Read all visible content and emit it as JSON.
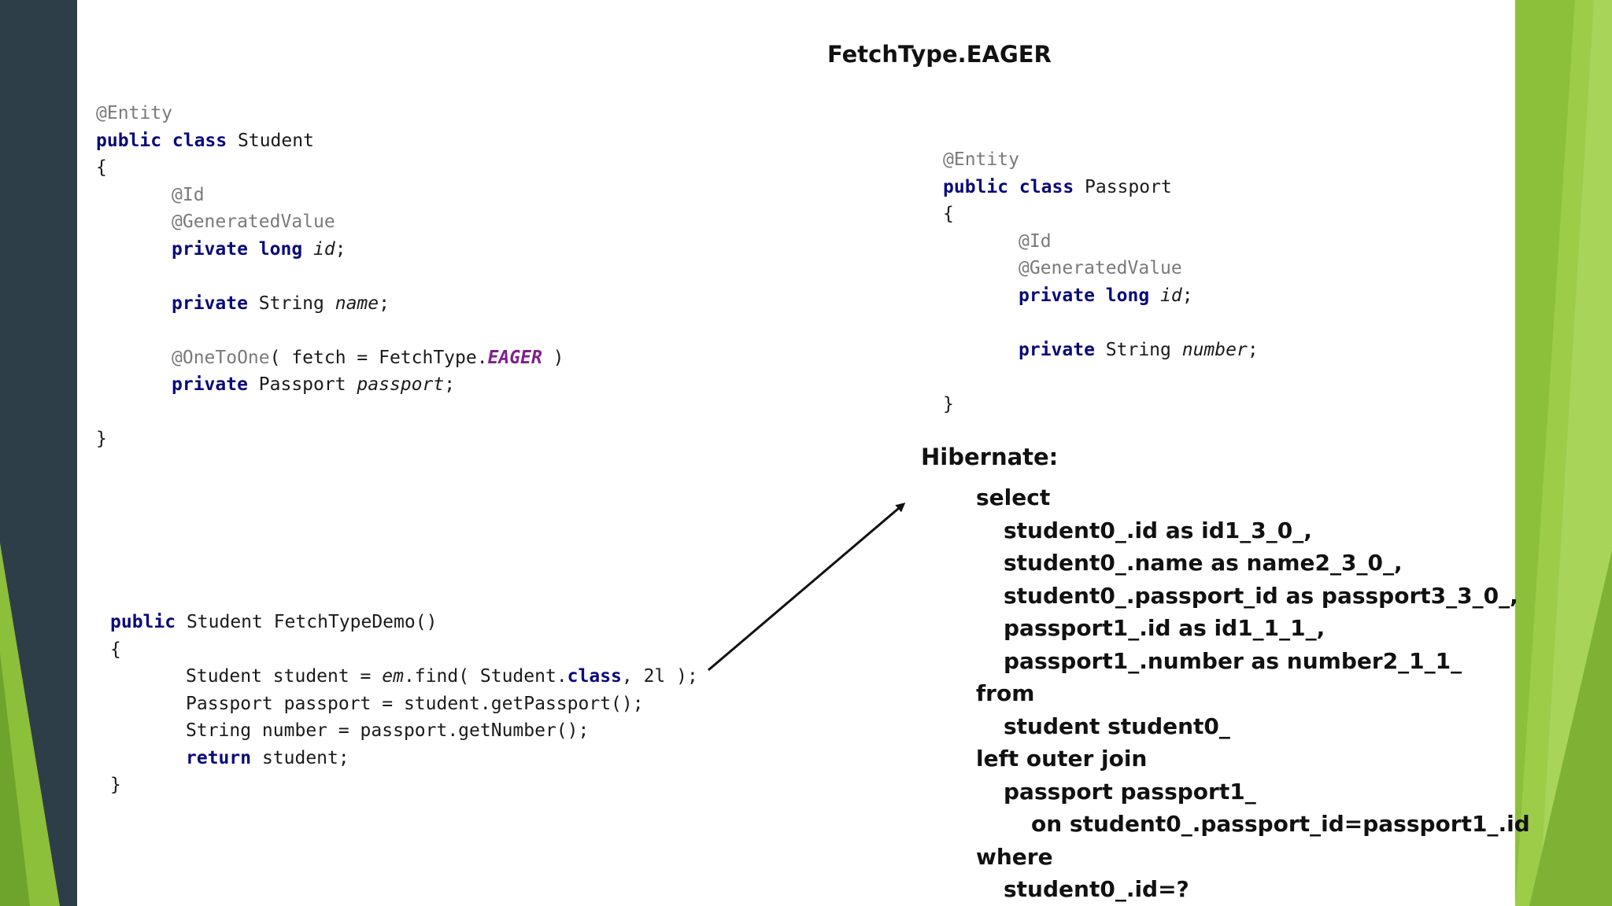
{
  "slide": {
    "title": "FetchType.EAGER",
    "colors": {
      "left_frame": "#2d3e48",
      "right_frame": "#8cbf3a",
      "keyword": "#0a0a7a",
      "annotation": "#7a7a7a",
      "constant": "#7f1f8c"
    }
  },
  "student_class": {
    "lines": [
      {
        "indent": 0,
        "tokens": [
          {
            "t": "ann",
            "text": "@Entity"
          }
        ]
      },
      {
        "indent": 0,
        "tokens": [
          {
            "t": "kw",
            "text": "public class "
          },
          {
            "t": "plain",
            "text": "Student"
          }
        ]
      },
      {
        "indent": 0,
        "tokens": [
          {
            "t": "plain",
            "text": "{"
          }
        ]
      },
      {
        "indent": 1,
        "tokens": [
          {
            "t": "ann",
            "text": "@Id"
          }
        ]
      },
      {
        "indent": 1,
        "tokens": [
          {
            "t": "ann",
            "text": "@GeneratedValue"
          }
        ]
      },
      {
        "indent": 1,
        "tokens": [
          {
            "t": "kw",
            "text": "private long "
          },
          {
            "t": "var",
            "text": "id"
          },
          {
            "t": "plain",
            "text": ";"
          }
        ]
      },
      {
        "indent": 0,
        "tokens": []
      },
      {
        "indent": 1,
        "tokens": [
          {
            "t": "kw",
            "text": "private "
          },
          {
            "t": "plain",
            "text": "String "
          },
          {
            "t": "var",
            "text": "name"
          },
          {
            "t": "plain",
            "text": ";"
          }
        ]
      },
      {
        "indent": 0,
        "tokens": []
      },
      {
        "indent": 1,
        "tokens": [
          {
            "t": "ann",
            "text": "@OneToOne"
          },
          {
            "t": "plain",
            "text": "( fetch = FetchType."
          },
          {
            "t": "const",
            "text": "EAGER"
          },
          {
            "t": "plain",
            "text": " )"
          }
        ]
      },
      {
        "indent": 1,
        "tokens": [
          {
            "t": "kw",
            "text": "private "
          },
          {
            "t": "plain",
            "text": "Passport "
          },
          {
            "t": "var",
            "text": "passport"
          },
          {
            "t": "plain",
            "text": ";"
          }
        ]
      },
      {
        "indent": 0,
        "tokens": []
      },
      {
        "indent": 0,
        "tokens": [
          {
            "t": "plain",
            "text": "}"
          }
        ]
      }
    ]
  },
  "passport_class": {
    "lines": [
      {
        "indent": 0,
        "tokens": [
          {
            "t": "ann",
            "text": "@Entity"
          }
        ]
      },
      {
        "indent": 0,
        "tokens": [
          {
            "t": "kw",
            "text": "public class "
          },
          {
            "t": "plain",
            "text": "Passport"
          }
        ]
      },
      {
        "indent": 0,
        "tokens": [
          {
            "t": "plain",
            "text": "{"
          }
        ]
      },
      {
        "indent": 1,
        "tokens": [
          {
            "t": "ann",
            "text": "@Id"
          }
        ]
      },
      {
        "indent": 1,
        "tokens": [
          {
            "t": "ann",
            "text": "@GeneratedValue"
          }
        ]
      },
      {
        "indent": 1,
        "tokens": [
          {
            "t": "kw",
            "text": "private long "
          },
          {
            "t": "var",
            "text": "id"
          },
          {
            "t": "plain",
            "text": ";"
          }
        ]
      },
      {
        "indent": 0,
        "tokens": []
      },
      {
        "indent": 1,
        "tokens": [
          {
            "t": "kw",
            "text": "private "
          },
          {
            "t": "plain",
            "text": "String "
          },
          {
            "t": "var",
            "text": "number"
          },
          {
            "t": "plain",
            "text": ";"
          }
        ]
      },
      {
        "indent": 0,
        "tokens": []
      },
      {
        "indent": 0,
        "tokens": [
          {
            "t": "plain",
            "text": "}"
          }
        ]
      }
    ]
  },
  "fetch_demo": {
    "lines": [
      {
        "indent": 0,
        "tokens": [
          {
            "t": "kw",
            "text": "public "
          },
          {
            "t": "plain",
            "text": "Student FetchTypeDemo()"
          }
        ]
      },
      {
        "indent": 0,
        "tokens": [
          {
            "t": "plain",
            "text": "{"
          }
        ]
      },
      {
        "indent": 1,
        "tokens": [
          {
            "t": "plain",
            "text": "Student student = "
          },
          {
            "t": "var",
            "text": "em"
          },
          {
            "t": "plain",
            "text": ".find( Student."
          },
          {
            "t": "kw",
            "text": "class"
          },
          {
            "t": "plain",
            "text": ", 2l );"
          }
        ]
      },
      {
        "indent": 1,
        "tokens": [
          {
            "t": "plain",
            "text": "Passport passport = student.getPassport();"
          }
        ]
      },
      {
        "indent": 1,
        "tokens": [
          {
            "t": "plain",
            "text": "String number = passport.getNumber();"
          }
        ]
      },
      {
        "indent": 1,
        "tokens": [
          {
            "t": "kw",
            "text": "return "
          },
          {
            "t": "plain",
            "text": "student;"
          }
        ]
      },
      {
        "indent": 0,
        "tokens": [
          {
            "t": "plain",
            "text": "}"
          }
        ]
      }
    ]
  },
  "hibernate": {
    "label": "Hibernate:",
    "sql_lines": [
      {
        "level": 0,
        "text": "select"
      },
      {
        "level": 1,
        "text": "student0_.id as id1_3_0_,"
      },
      {
        "level": 1,
        "text": "student0_.name as name2_3_0_,"
      },
      {
        "level": 1,
        "text": "student0_.passport_id as passport3_3_0_,"
      },
      {
        "level": 1,
        "text": "passport1_.id as id1_1_1_,"
      },
      {
        "level": 1,
        "text": "passport1_.number as number2_1_1_"
      },
      {
        "level": 0,
        "text": "from"
      },
      {
        "level": 1,
        "text": "student student0_"
      },
      {
        "level": 0,
        "text": "left outer join"
      },
      {
        "level": 1,
        "text": "passport passport1_"
      },
      {
        "level": 2,
        "text": "on student0_.passport_id=passport1_.id"
      },
      {
        "level": 0,
        "text": "where"
      },
      {
        "level": 1,
        "text": "student0_.id=?"
      }
    ]
  }
}
